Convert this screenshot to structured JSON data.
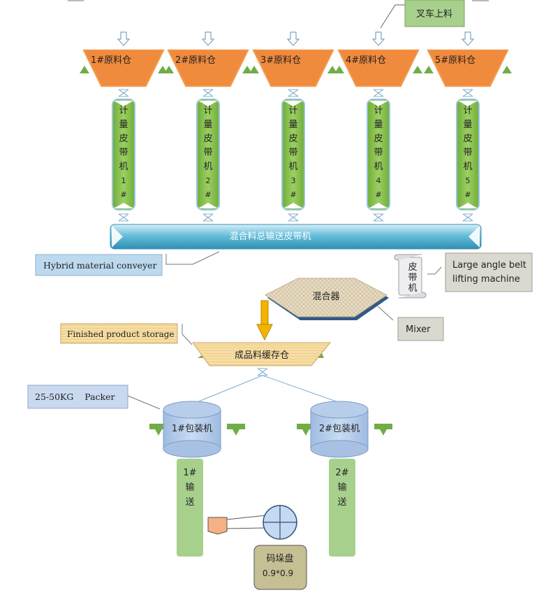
{
  "forklift_label": "叉车上料",
  "bins": [
    {
      "label": "1#原料仓"
    },
    {
      "label": "2#原料仓"
    },
    {
      "label": "3#原料仓"
    },
    {
      "label": "4#原料仓"
    },
    {
      "label": "5#原料仓"
    }
  ],
  "weigh_belts": [
    [
      "计",
      "量",
      "皮",
      "带",
      "机",
      "1",
      "#"
    ],
    [
      "计",
      "量",
      "皮",
      "带",
      "机",
      "2",
      "#"
    ],
    [
      "计",
      "量",
      "皮",
      "带",
      "机",
      "3",
      "#"
    ],
    [
      "计",
      "量",
      "皮",
      "带",
      "机",
      "4",
      "#"
    ],
    [
      "计",
      "量",
      "皮",
      "带",
      "机",
      "5",
      "#"
    ]
  ],
  "main_conveyor_label": "混合料总输送皮带机",
  "hybrid_conveyor_callout": "Hybrid material conveyer",
  "incline_belt_chars": [
    "皮",
    "带",
    "机"
  ],
  "incline_belt_callout": [
    "Large angle belt",
    "lifting machine"
  ],
  "mixer_label": "混合器",
  "mixer_callout": "Mixer",
  "finished_storage_callout": "Finished product storage",
  "buffer_bin_label": "成品料缓存仓",
  "packer_callout": "25-50KG    Packer",
  "packers": [
    {
      "label": "1#包装机"
    },
    {
      "label": "2#包装机"
    }
  ],
  "conveyors": [
    [
      "1#",
      "输",
      "送"
    ],
    [
      "2#",
      "输",
      "送"
    ]
  ],
  "palletizer_label": "码垛盘",
  "palletizer_size": "0.9*0.9"
}
